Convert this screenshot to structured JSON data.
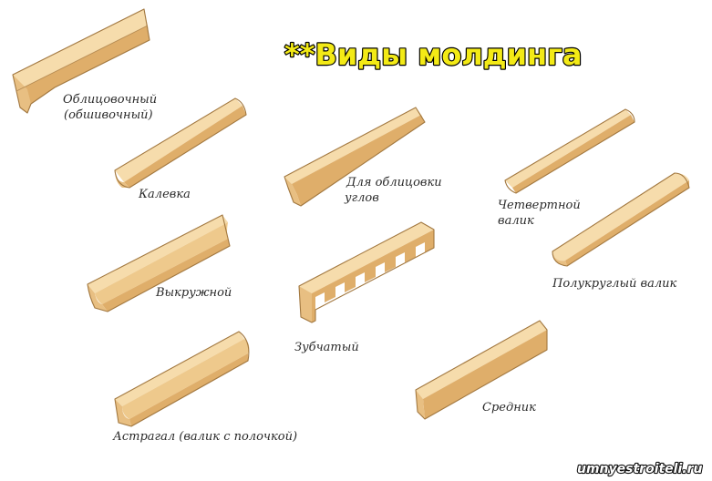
{
  "title": "**Виды молдинга",
  "watermark": "umnyestroiteli.ru",
  "moldings": [
    {
      "id": "oblitsovochny",
      "lines": [
        "Облицовочный",
        "(обшивочный)"
      ]
    },
    {
      "id": "kalevka",
      "lines": [
        "Калевка"
      ]
    },
    {
      "id": "dlya-oblitsovki-uglov",
      "lines": [
        "Для облицовки",
        "углов"
      ]
    },
    {
      "id": "chetvertnoy-valik",
      "lines": [
        "Четвертной",
        "валик"
      ]
    },
    {
      "id": "vykruzhnoy",
      "lines": [
        "Выкружной"
      ]
    },
    {
      "id": "polukrugly-valik",
      "lines": [
        "Полукруглый валик"
      ]
    },
    {
      "id": "zubchaty",
      "lines": [
        "Зубчатый"
      ]
    },
    {
      "id": "astragal",
      "lines": [
        "Астрагал (валик с полочкой)"
      ]
    },
    {
      "id": "srednik",
      "lines": [
        "Средник"
      ]
    }
  ]
}
